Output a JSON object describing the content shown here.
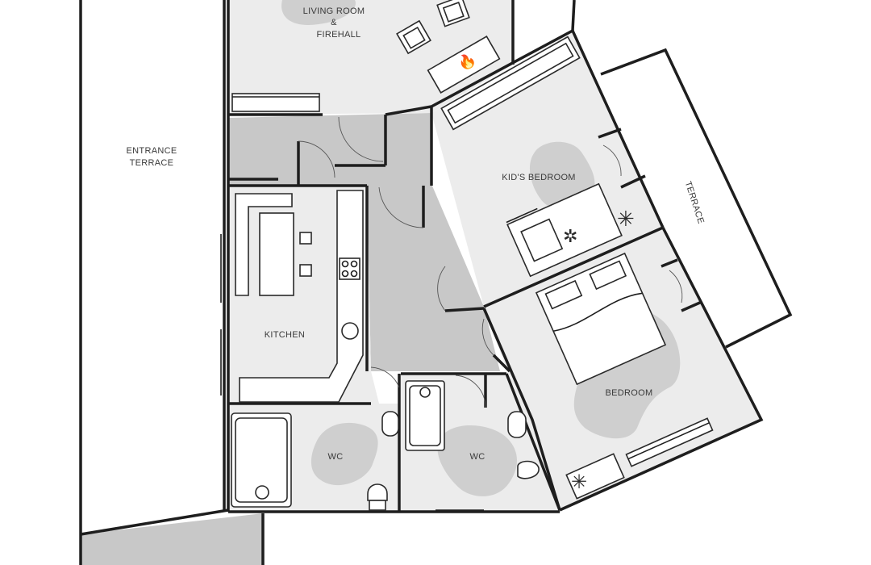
{
  "rooms": {
    "living": {
      "line1": "LIVING ROOM",
      "line2": "&",
      "line3": "FIREHALL"
    },
    "entrance": {
      "line1": "ENTRANCE",
      "line2": "TERRACE"
    },
    "kids_bedroom": "KID'S BEDROOM",
    "terrace": "TERRACE",
    "kitchen": "KITCHEN",
    "wc_left": "WC",
    "wc_right": "WC",
    "bedroom": "BEDROOM"
  },
  "colors": {
    "room_fill": "#ececec",
    "corridor_fill": "#c8c8c8",
    "rug_fill": "#cfcfcf",
    "wall": "#1e1e1e"
  }
}
